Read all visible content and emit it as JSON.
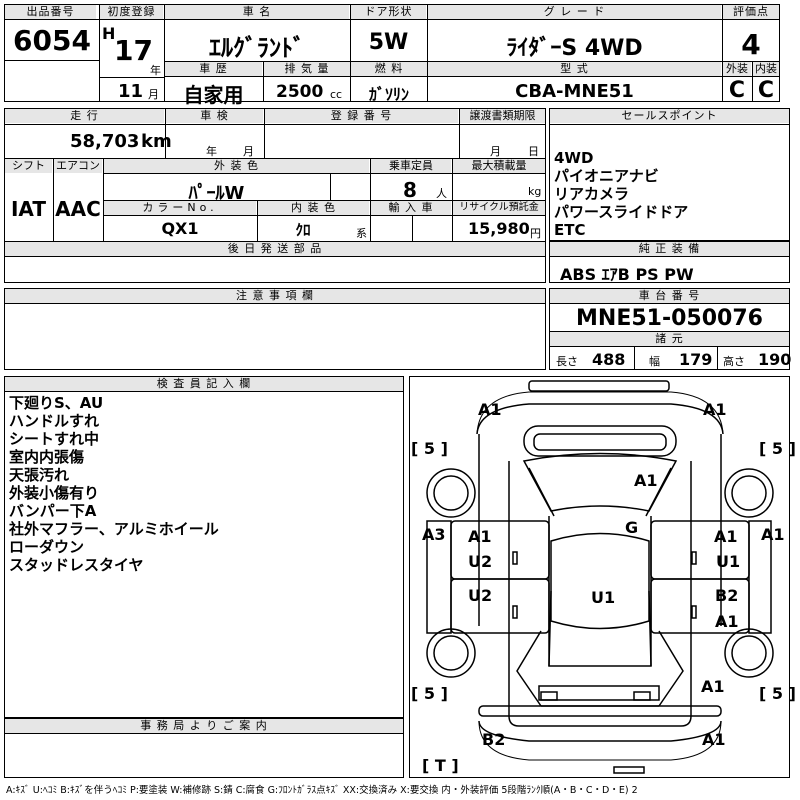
{
  "top": {
    "lot_label": "出品番号",
    "lot_number": "6054",
    "first_reg_label": "初度登録",
    "era": "H",
    "year": "17",
    "year_suffix": "年",
    "month": "11",
    "month_suffix": "月",
    "name_label": "車 名",
    "car_name": "ｴﾙｸﾞﾗﾝﾄﾞ",
    "door_label": "ドア形状",
    "door": "5W",
    "grade_label": "グ レ ー ド",
    "grade": "ﾗｲﾀﾞｰS 4WD",
    "score_label": "評価点",
    "score": "4",
    "history_label": "車 歴",
    "history": "自家用",
    "displacement_label": "排 気 量",
    "displacement": "2500",
    "displacement_unit": "cc",
    "fuel_label": "燃 料",
    "fuel": "ｶﾞｿﾘﾝ",
    "model_label": "型 式",
    "model": "CBA-MNE51",
    "ext_label": "外装",
    "ext_grade": "C",
    "int_label": "内装",
    "int_grade": "C"
  },
  "middle": {
    "mileage_label": "走 行",
    "mileage": "58,703",
    "mileage_unit": "km",
    "inspection_label": "車 検",
    "insp_year": "年",
    "insp_month": "月",
    "reg_no_label": "登 録 番 号",
    "transfer_label": "譲渡書類期限",
    "transfer_month": "月",
    "transfer_day": "日",
    "shift_label": "シフト",
    "shift": "IAT",
    "aircon_label": "エアコン",
    "aircon": "AAC",
    "color_label": "外 装 色",
    "color": "ﾊﾟｰﾙW",
    "seats_label": "乗車定員",
    "seats": "8",
    "seats_unit": "人",
    "load_label": "最大積載量",
    "load_unit": "kg",
    "color_no_label": "カラーNo.",
    "color_no": "QX1",
    "interior_color_label": "内 装 色",
    "interior_color": "ｸﾛ",
    "interior_suffix": "系",
    "import_label": "輸 入 車",
    "recycle_label": "リサイクル預託金",
    "recycle": "15,980",
    "recycle_unit": "円",
    "later_parts_label": "後 日 発 送 部 品",
    "notes_label": "注 意 事 項 欄",
    "office_label": "事 務 局 よ り ご 案 内"
  },
  "sales": {
    "label": "セールスポイント",
    "items": [
      "4WD",
      "パイオニアナビ",
      "リアカメラ",
      "パワースライドドア",
      "ETC"
    ]
  },
  "equipment": {
    "label": "純 正 装 備",
    "value": "ABS ｴｱB PS PW"
  },
  "chassis": {
    "label": "車 台 番 号",
    "value": "MNE51-050076",
    "spec_label": "諸 元",
    "length_label": "長さ",
    "length": "488",
    "width_label": "幅",
    "width": "179",
    "height_label": "高さ",
    "height": "190"
  },
  "inspector": {
    "label": "検 査 員 記 入 欄",
    "lines": [
      "下廻りS、AU",
      "ハンドルすれ",
      "シートすれ中",
      "室内内張傷",
      "天張汚れ",
      "外装小傷有り",
      "バンパー下A",
      "社外マフラー、アルミホイール",
      "ローダウン",
      "スタッドレスタイヤ"
    ]
  },
  "diagram": {
    "marks": {
      "front_left": "A1",
      "front_right": "A1",
      "tire_fl": "5",
      "tire_fr": "5",
      "hood": "A1",
      "left_side": "A3",
      "door_l1": "A1",
      "door_l2": "U2",
      "roof": "G",
      "door_r1": "A1",
      "door_r2": "U1",
      "right_side": "A1",
      "door_l3": "U2",
      "center": "U1",
      "door_r3": "B2",
      "door_r4": "A1",
      "tire_rl": "5",
      "tire_rr": "5",
      "rear_right": "A1",
      "bumper_rl": "B2",
      "bumper_rr": "A1",
      "spare": "T"
    },
    "legend": "A:ｷｽﾞ U:ﾍｺﾐ B:ｷｽﾞを伴うﾍｺﾐ P:要塗装 W:補修跡 S:錆 C:腐食 G:ﾌﾛﾝﾄｶﾞﾗｽ点ｷｽﾞ XX:交換済み X:要交換 内・外装評価 5段階ﾗﾝｸ順(A・B・C・D・E) 2"
  }
}
